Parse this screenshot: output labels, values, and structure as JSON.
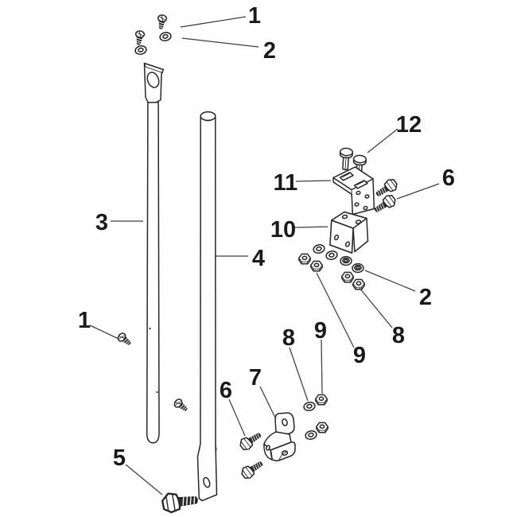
{
  "diagram": {
    "kind": "exploded-parts-diagram",
    "background": "#ffffff",
    "stroke_color": "#272727",
    "leader_color": "#3f3f3f",
    "label_color": "#1a1a1a",
    "parts": [
      {
        "number": "1",
        "name": "pan-head-screw"
      },
      {
        "number": "2",
        "name": "lock-washer"
      },
      {
        "number": "3",
        "name": "upper-handle-bar"
      },
      {
        "number": "4",
        "name": "lower-handle-tube"
      },
      {
        "number": "5",
        "name": "hex-flange-bolt-large"
      },
      {
        "number": "6",
        "name": "hex-bolt"
      },
      {
        "number": "7",
        "name": "pivot-bracket"
      },
      {
        "number": "8",
        "name": "lock-washer-small"
      },
      {
        "number": "9",
        "name": "lock-nut"
      },
      {
        "number": "10",
        "name": "support-bracket"
      },
      {
        "number": "11",
        "name": "clamp-plate"
      },
      {
        "number": "12",
        "name": "carriage-bolt"
      }
    ],
    "callouts": [
      {
        "label": "1",
        "part": "pan-head-screw-top"
      },
      {
        "label": "2",
        "part": "lock-washer-top"
      },
      {
        "label": "3",
        "part": "upper-handle-bar"
      },
      {
        "label": "4",
        "part": "lower-handle-tube"
      },
      {
        "label": "12",
        "part": "carriage-bolts"
      },
      {
        "label": "11",
        "part": "clamp-plate"
      },
      {
        "label": "6",
        "part": "hex-bolts-right"
      },
      {
        "label": "10",
        "part": "support-bracket"
      },
      {
        "label": "2",
        "part": "flange-lock-nut-right"
      },
      {
        "label": "8",
        "part": "lock-nut-right-lower"
      },
      {
        "label": "9",
        "part": "lock-nut-right-upper"
      },
      {
        "label": "9",
        "part": "lock-nut-lower-cluster"
      },
      {
        "label": "8",
        "part": "lock-washer-lower-cluster"
      },
      {
        "label": "7",
        "part": "pivot-bracket"
      },
      {
        "label": "6",
        "part": "hex-bolts-lower"
      },
      {
        "label": "1",
        "part": "pan-head-screw-left"
      },
      {
        "label": "5",
        "part": "hex-flange-bolt-large"
      }
    ]
  }
}
